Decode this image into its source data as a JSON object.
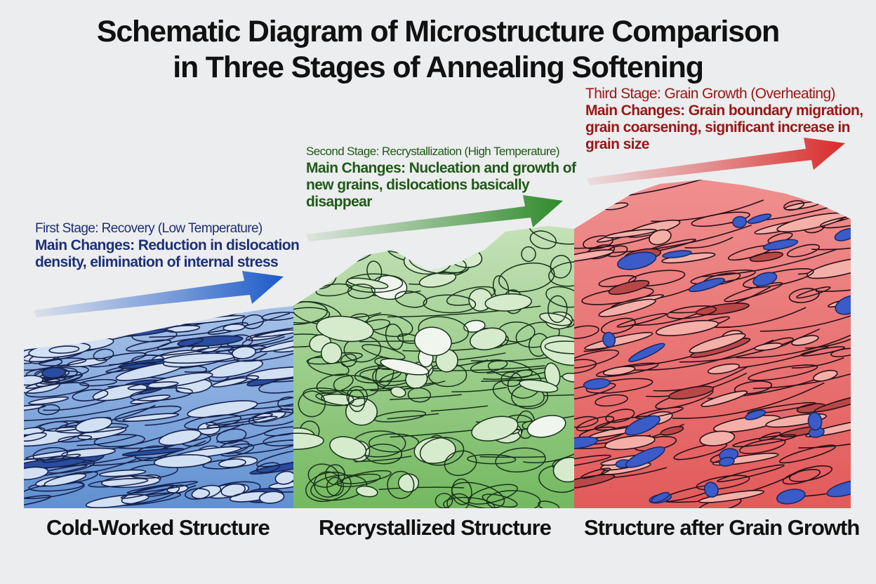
{
  "title": {
    "line1": "Schematic Diagram of Microstructure Comparison",
    "line2": "in Three Stages of Annealing Softening"
  },
  "stages": [
    {
      "name": "First Stage: Recovery (Low Temperature)",
      "changes": "Main Changes: Reduction in dislocation density, elimination of internal stress",
      "color": "#1c2f78"
    },
    {
      "name": "Second Stage: Recrystallization (High Temperature)",
      "changes": "Main Changes: Nucleation and growth of new grains, dislocations basically disappear",
      "color": "#1f5a17"
    },
    {
      "name": "Third Stage: Grain Growth (Overheating)",
      "changes": "Main Changes: Grain boundary migration, grain coarsening, significant increase in grain size",
      "color": "#9a1616"
    }
  ],
  "structures": [
    {
      "label": "Cold-Worked Structure",
      "color": "#5f8fd0"
    },
    {
      "label": "Recrystallized Structure",
      "color": "#7fbf6a"
    },
    {
      "label": "Structure after Grain Growth",
      "color": "#e06060"
    }
  ],
  "arrow_colors": [
    "#1d5bc8",
    "#2f8a2a",
    "#d92a2a"
  ]
}
